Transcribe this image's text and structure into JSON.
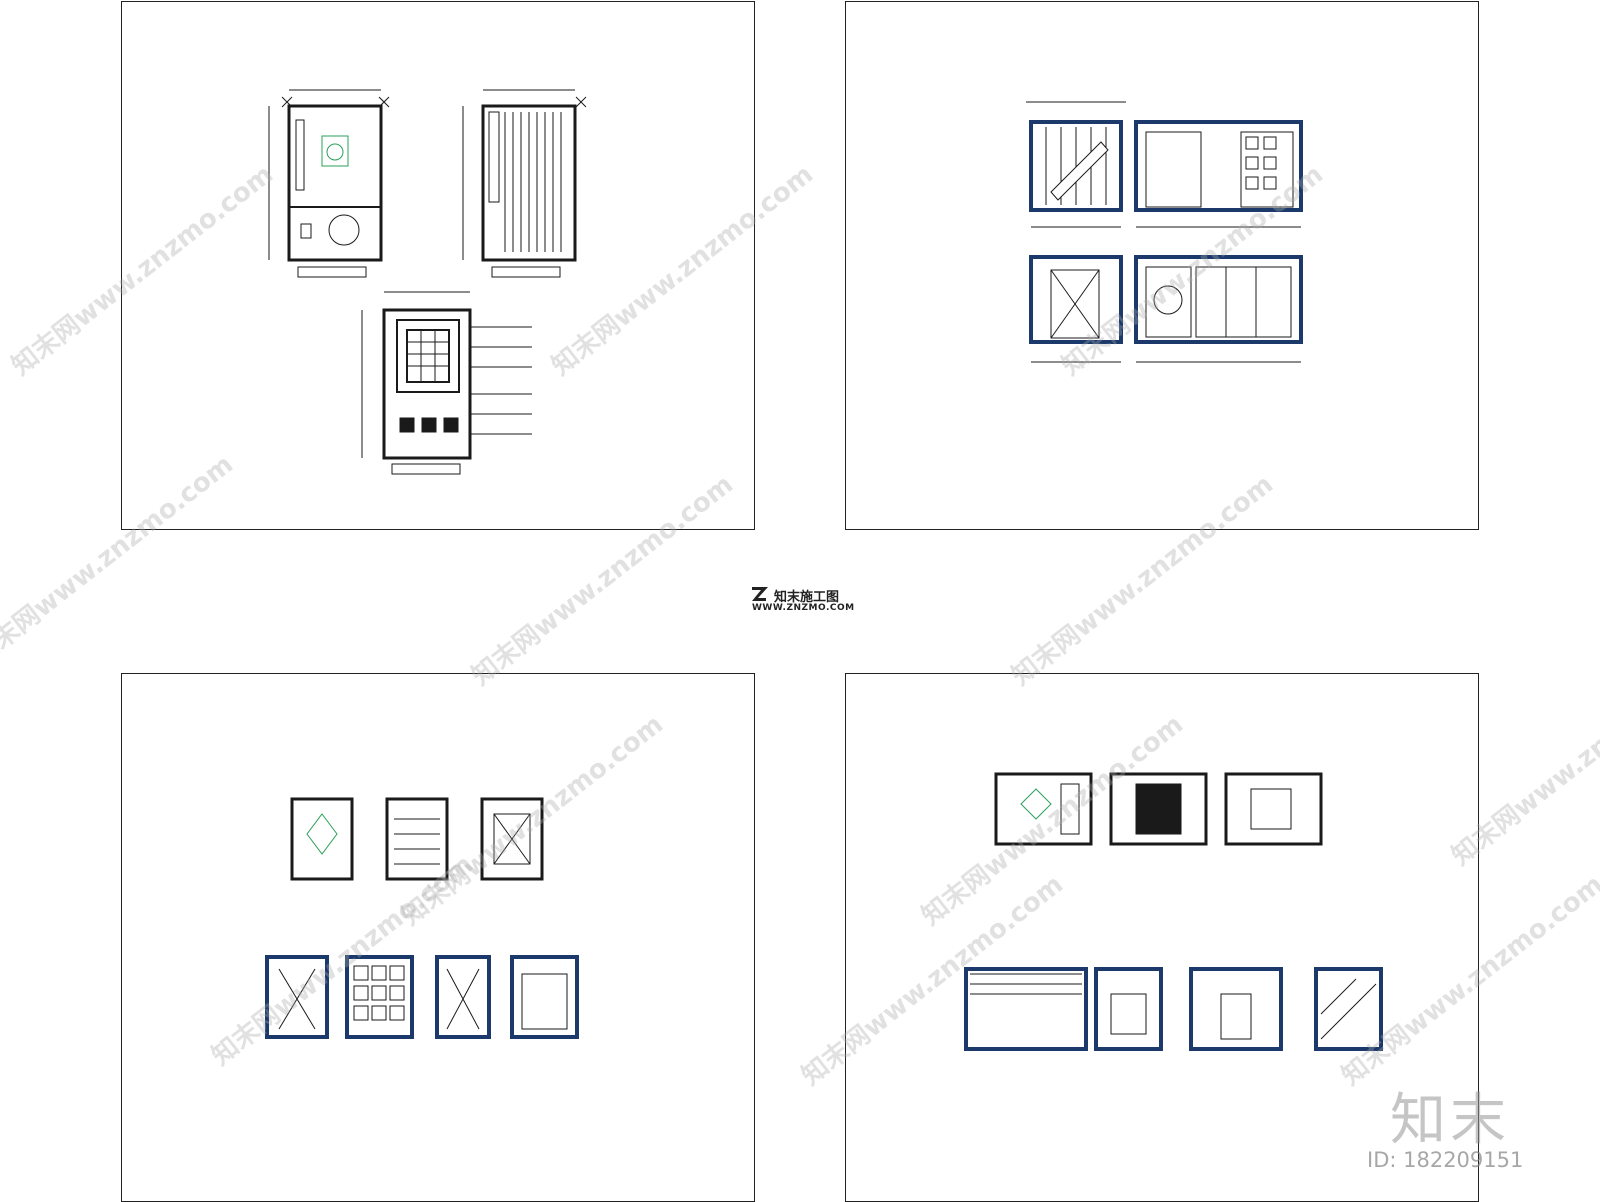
{
  "watermark": {
    "text": "知末网www.znzmo.com"
  },
  "center_logo": {
    "title": "知末施工图",
    "url": "WWW.ZNZMO.COM"
  },
  "brand_mark": "知末",
  "image_id": "ID: 182209151",
  "colors": {
    "line": "#1a1a1a",
    "accent_green": "#2aa05a",
    "accent_blue": "#1b3a6b",
    "watermark": "#b0b0b0"
  },
  "sheets": [
    {
      "name": "plans-sheet",
      "plates": [
        "plan-1",
        "plan-2",
        "ceiling-plan"
      ]
    },
    {
      "name": "elevations-sheet-1",
      "plates": [
        "elev-a",
        "elev-b",
        "elev-c",
        "elev-d"
      ]
    },
    {
      "name": "elevations-sheet-2",
      "plates": [
        "plan-small-1",
        "plan-small-2",
        "plan-small-3",
        "elev-1",
        "elev-2",
        "elev-3",
        "elev-4"
      ]
    },
    {
      "name": "elevations-sheet-3",
      "plates": [
        "plan-row-1",
        "plan-row-2",
        "plan-row-3",
        "elev-row-1",
        "elev-row-2",
        "elev-row-3",
        "elev-row-4"
      ]
    }
  ]
}
